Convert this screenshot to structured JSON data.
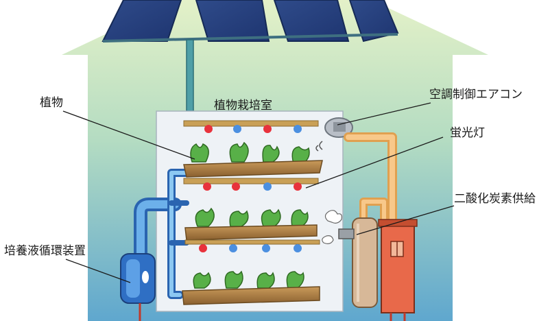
{
  "labels": {
    "room_title": "植物栽培室",
    "plants": "植物",
    "aircon": "空調制御エアコン",
    "fluorescent": "蛍光灯",
    "co2_supply": "二酸化炭素供給",
    "nutrient_circulator": "培養液循環装置"
  }
}
